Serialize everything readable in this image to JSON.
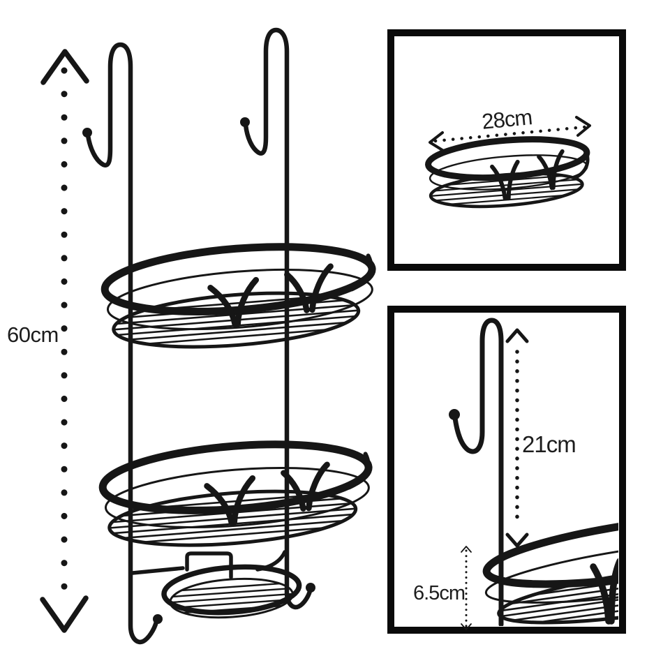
{
  "page": {
    "background_color": "#ffffff",
    "artwork_color": "#161616",
    "frame_color": "#0a0a0a",
    "label_color": "#1d1d1d"
  },
  "main_view": {
    "illustration": "over-door-shower-caddy-front-view",
    "height_label": "60cm"
  },
  "width_inset": {
    "illustration": "single-basket-perspective-view",
    "width_label": "28cm"
  },
  "hook_inset": {
    "illustration": "over-door-hook-closeup-view",
    "hook_height_label": "21cm",
    "basket_depth_label": "6.5cm"
  }
}
